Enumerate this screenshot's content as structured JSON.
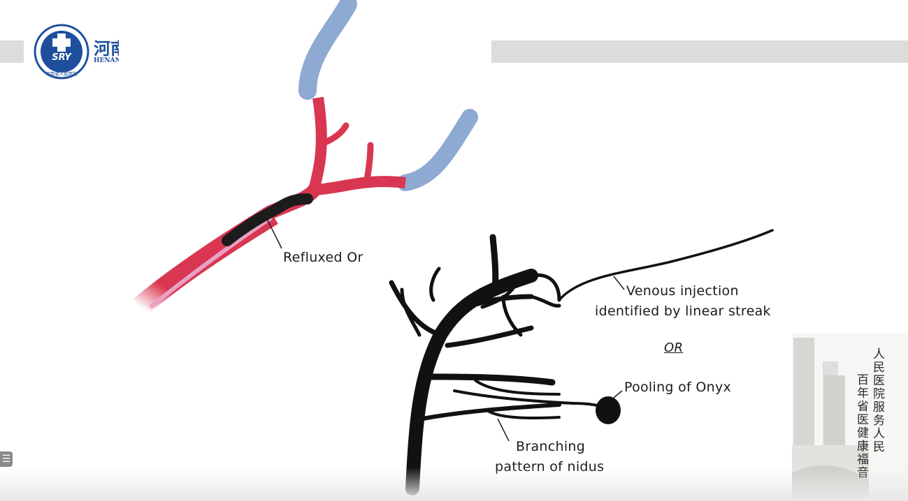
{
  "header": {
    "logo_text": "SRY",
    "logo_ring_text": "河南省人民医院",
    "logo_cn": "河南",
    "logo_en": "HENAN"
  },
  "labels": {
    "refluxed": "Refluxed Or",
    "venous_line1": "Venous injection",
    "venous_line2": "identified by linear streak",
    "or": "OR",
    "pooling": "Pooling of Onyx",
    "branching_line1": "Branching",
    "branching_line2": "pattern of nidus"
  },
  "slogan": {
    "col_right": "人民医院服务人民",
    "col_left": "百年省医健康福音"
  },
  "menu": {
    "icon_glyph": "☰"
  },
  "colors": {
    "artery": "#d93651",
    "vein": "#8ea9d2",
    "onyx": "#1c1c1c",
    "logo_blue": "#1d4f9c",
    "top_bar": "#dcdcdc"
  }
}
